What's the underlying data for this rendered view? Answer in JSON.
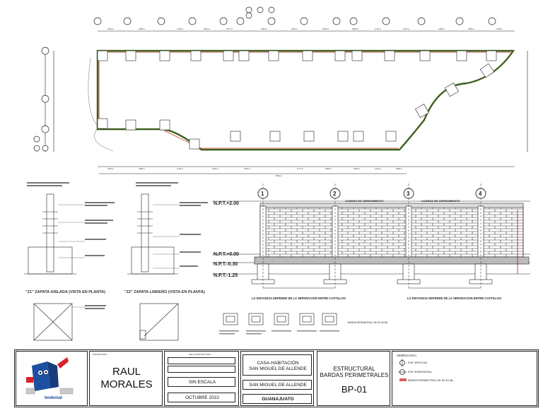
{
  "title_block": {
    "owner": "RAUL\nMORALES",
    "owner_line1": "RAUL",
    "owner_line2": "MORALES",
    "scale": "SIN ESCALA",
    "date": "OCTUBRE 2022",
    "project_line1": "CASA-HABITACIÓN",
    "project_line2": "SAN MIGUEL DE ALLENDE",
    "location_city": "SAN MIGUEL DE ALLENDE",
    "location_state": "GUANAJUATO",
    "plan_line1": "ESTRUCTURAL",
    "plan_line2": "BARDAS PERIMETRALES",
    "sheet": "BP-01",
    "logo_text": "bodemat",
    "simbologia": "SIMBOLOGIA",
    "legend": [
      "EJE VERTICAL",
      "EJE HORIZONTAL",
      "BARDA PERIMETRAL DE 62.40 ML."
    ]
  },
  "details": {
    "z1_caption": "\"Z1\" ZAPATA AISLADA (VISTA EN PLANTA)",
    "z2_caption": "\"Z2\" ZAPATA LINDERO (VISTA EN PLANTA)",
    "cadena1": "CADENA DE CERRAMIENTO",
    "cadena2": "CADENA DE CERRAMIENTO",
    "note_left": "LA DISTANCIA DEPENDE DE LA SEPARACION ENTRE CASTILLOS",
    "note_right": "LA DISTANCIA DEPENDE DE LA SEPARACION ENTRE CASTILLOS",
    "barda_note": "BARDA PERIMETRAL DE 62.40 ML."
  },
  "elevation_axes": [
    "1",
    "2",
    "3",
    "4"
  ],
  "colors": {
    "wall_outline": "#3f5f1e",
    "wall_inner": "#c0392b",
    "legend_red": "#e05a5a",
    "logo_blue": "#1f4fa0",
    "logo_red": "#d6232a"
  }
}
